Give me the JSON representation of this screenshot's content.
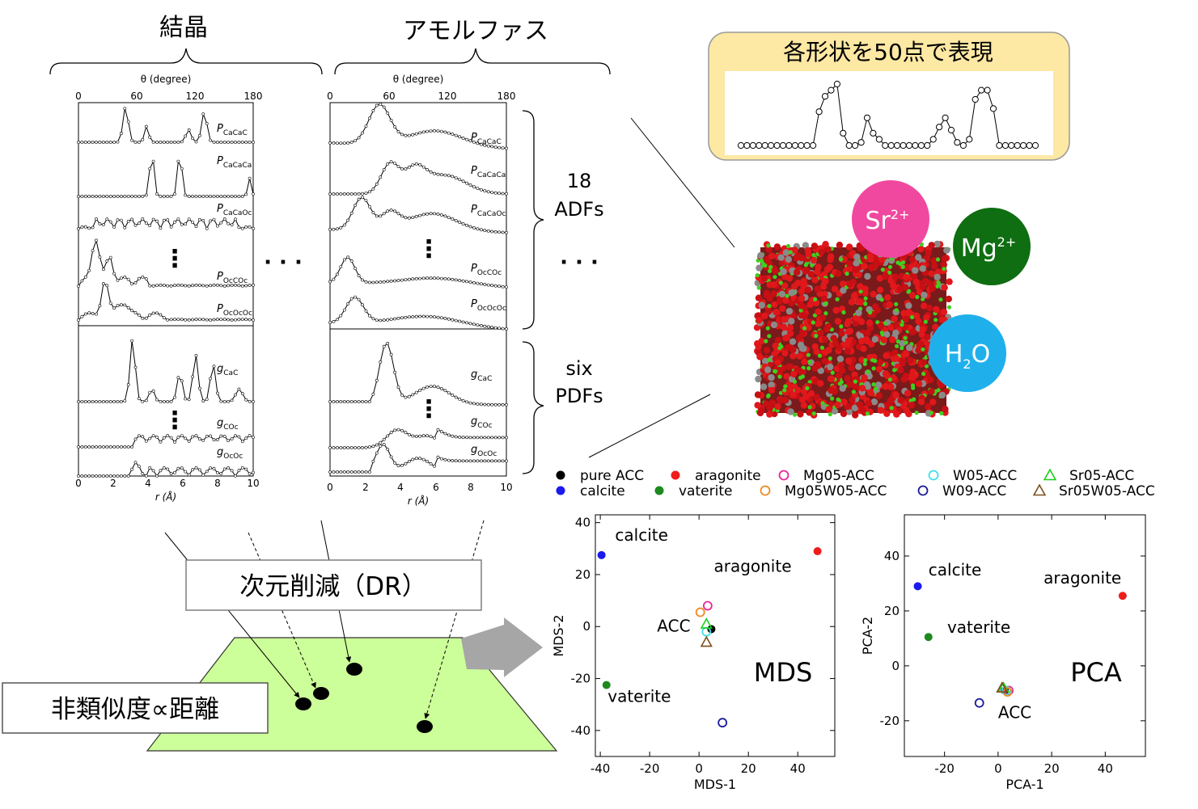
{
  "header": {
    "crystal": "結晶",
    "amorphous": "アモルファス"
  },
  "theta_axis": {
    "label": "θ (degree)",
    "ticks": [
      "0",
      "60",
      "120",
      "180"
    ]
  },
  "r_axis": {
    "label": "r (Å)",
    "ticks": [
      "0",
      "2",
      "4",
      "6",
      "8",
      "10"
    ]
  },
  "ellipsis_h": "· · ·",
  "ellipsis_v": "⋮",
  "adf_labels": [
    {
      "p": "P",
      "s": "CaCaC"
    },
    {
      "p": "P",
      "s": "CaCaCa"
    },
    {
      "p": "P",
      "s": "CaCaOc"
    },
    {
      "p": "P",
      "s": "OcCOc"
    },
    {
      "p": "P",
      "s": "OcOcOc"
    }
  ],
  "pdf_labels": [
    {
      "p": "g",
      "s": "CaC"
    },
    {
      "p": "g",
      "s": "COc"
    },
    {
      "p": "g",
      "s": "OcOc"
    }
  ],
  "adf_brace": {
    "line1": "18",
    "line2": "ADFs"
  },
  "pdf_brace": {
    "line1": "six",
    "line2": "PDFs"
  },
  "shape_box": {
    "title": "各形状を50点で表現"
  },
  "ions": {
    "sr": {
      "base": "Sr",
      "sup": "2+",
      "color": "#f0489f"
    },
    "mg": {
      "base": "Mg",
      "sup": "2+",
      "color": "#0e6e11"
    },
    "h2o": {
      "pre": "H",
      "sub": "2",
      "post": "O",
      "color": "#1fb0ec"
    }
  },
  "dr_box": "次元削減（DR）",
  "dissim_box": "非類似度∝距離",
  "legend": [
    {
      "label": "pure ACC",
      "color": "#000000",
      "marker": "filled-circle"
    },
    {
      "label": "aragonite",
      "color": "#ee1c1c",
      "marker": "filled-circle"
    },
    {
      "label": "Mg05-ACC",
      "color": "#e6279a",
      "marker": "open-circle"
    },
    {
      "label": "W05-ACC",
      "color": "#3ee0e8",
      "marker": "open-circle"
    },
    {
      "label": "Sr05-ACC",
      "color": "#18d018",
      "marker": "open-triangle"
    },
    {
      "label": "calcite",
      "color": "#1a1aee",
      "marker": "filled-circle"
    },
    {
      "label": "vaterite",
      "color": "#1d8a1d",
      "marker": "filled-circle"
    },
    {
      "label": "Mg05W05-ACC",
      "color": "#ef8a1e",
      "marker": "open-circle"
    },
    {
      "label": "W09-ACC",
      "color": "#1a1a9a",
      "marker": "open-circle"
    },
    {
      "label": "Sr05W05-ACC",
      "color": "#7a4e1c",
      "marker": "open-triangle"
    }
  ],
  "chart_data": [
    {
      "type": "scatter",
      "title": "MDS",
      "xlabel": "MDS-1",
      "ylabel": "MDS-2",
      "xlim": [
        -42,
        55
      ],
      "ylim": [
        -50,
        43
      ],
      "xticks": [
        -40,
        -20,
        0,
        20,
        40
      ],
      "yticks": [
        -40,
        -20,
        0,
        20,
        40
      ],
      "annotations": [
        {
          "text": "calcite",
          "x": -34,
          "y": 33
        },
        {
          "text": "aragonite",
          "x": 6,
          "y": 21
        },
        {
          "text": "ACC",
          "x": -17,
          "y": -2
        },
        {
          "text": "vaterite",
          "x": -37,
          "y": -29
        }
      ],
      "series": [
        {
          "name": "pure ACC",
          "x": [
            5
          ],
          "y": [
            -1
          ]
        },
        {
          "name": "aragonite",
          "x": [
            48
          ],
          "y": [
            29
          ]
        },
        {
          "name": "Mg05-ACC",
          "x": [
            3.5
          ],
          "y": [
            8
          ]
        },
        {
          "name": "W05-ACC",
          "x": [
            3
          ],
          "y": [
            -2
          ]
        },
        {
          "name": "Sr05-ACC",
          "x": [
            3
          ],
          "y": [
            1
          ]
        },
        {
          "name": "calcite",
          "x": [
            -39.5
          ],
          "y": [
            27.5
          ]
        },
        {
          "name": "vaterite",
          "x": [
            -37.5
          ],
          "y": [
            -22.5
          ]
        },
        {
          "name": "Mg05W05-ACC",
          "x": [
            0.5
          ],
          "y": [
            5.5
          ]
        },
        {
          "name": "W09-ACC",
          "x": [
            9.5
          ],
          "y": [
            -37
          ]
        },
        {
          "name": "Sr05W05-ACC",
          "x": [
            3
          ],
          "y": [
            -6
          ]
        }
      ]
    },
    {
      "type": "scatter",
      "title": "PCA",
      "xlabel": "PCA-1",
      "ylabel": "PCA-2",
      "xlim": [
        -35,
        55
      ],
      "ylim": [
        -33,
        55
      ],
      "xticks": [
        -20,
        0,
        20,
        40
      ],
      "yticks": [
        -20,
        0,
        20,
        40
      ],
      "annotations": [
        {
          "text": "calcite",
          "x": -26,
          "y": 33
        },
        {
          "text": "aragonite",
          "x": 17,
          "y": 30
        },
        {
          "text": "vaterite",
          "x": -19,
          "y": 12
        },
        {
          "text": "ACC",
          "x": 0,
          "y": -19
        }
      ],
      "series": [
        {
          "name": "pure ACC",
          "x": [
            2.5
          ],
          "y": [
            -9
          ]
        },
        {
          "name": "aragonite",
          "x": [
            46.5
          ],
          "y": [
            25.5
          ]
        },
        {
          "name": "Mg05-ACC",
          "x": [
            4
          ],
          "y": [
            -9
          ]
        },
        {
          "name": "W05-ACC",
          "x": [
            3
          ],
          "y": [
            -9
          ]
        },
        {
          "name": "Sr05-ACC",
          "x": [
            2
          ],
          "y": [
            -8
          ]
        },
        {
          "name": "calcite",
          "x": [
            -30
          ],
          "y": [
            29
          ]
        },
        {
          "name": "vaterite",
          "x": [
            -26
          ],
          "y": [
            10.5
          ]
        },
        {
          "name": "Mg05W05-ACC",
          "x": [
            3.5
          ],
          "y": [
            -9.5
          ]
        },
        {
          "name": "W09-ACC",
          "x": [
            -7
          ],
          "y": [
            -13.5
          ]
        },
        {
          "name": "Sr05W05-ACC",
          "x": [
            1.5
          ],
          "y": [
            -8
          ]
        }
      ]
    }
  ]
}
